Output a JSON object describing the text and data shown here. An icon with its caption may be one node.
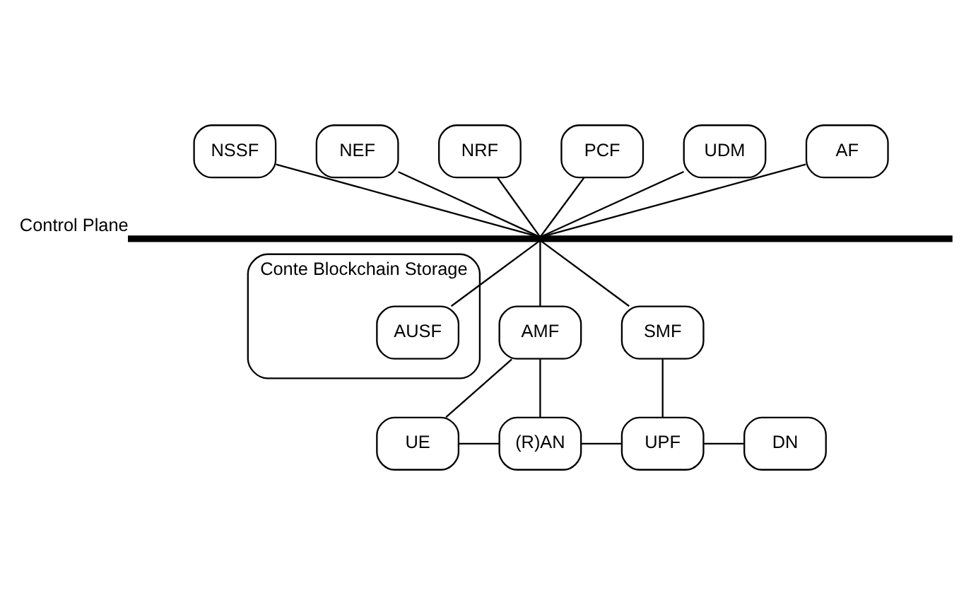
{
  "diagram": {
    "nodes": [
      {
        "text": [
          "NSSF"
        ]
      },
      {
        "text": [
          "NEF"
        ]
      },
      {
        "text": [
          "NRF"
        ]
      },
      {
        "text": [
          "PCF"
        ]
      },
      {
        "text": [
          "UDM"
        ]
      },
      {
        "text": [
          "AF"
        ]
      },
      {
        "text": [],
        "shape": "bar",
        "beside": [
          "Control Plane"
        ]
      },
      {
        "text": [
          "Conte Blockchain Storage"
        ]
      },
      {
        "text": [
          "AUSF"
        ],
        "in": 7
      },
      {
        "text": [
          "AMF"
        ]
      },
      {
        "text": [
          "SMF"
        ]
      },
      {
        "text": [
          "UE"
        ]
      },
      {
        "text": [
          "(R)AN"
        ]
      },
      {
        "text": [
          "UPF"
        ]
      },
      {
        "text": [
          "DN"
        ]
      }
    ],
    "edges": [
      {
        "from": 0,
        "to": 6,
        "arrow": "none"
      },
      {
        "from": 1,
        "to": 6,
        "arrow": "none"
      },
      {
        "from": 2,
        "to": 6,
        "arrow": "none"
      },
      {
        "from": 3,
        "to": 6,
        "arrow": "none"
      },
      {
        "from": 4,
        "to": 6,
        "arrow": "none"
      },
      {
        "from": 5,
        "to": 6,
        "arrow": "none"
      },
      {
        "from": 6,
        "to": 8,
        "arrow": "none"
      },
      {
        "from": 6,
        "to": 9,
        "arrow": "none"
      },
      {
        "from": 6,
        "to": 10,
        "arrow": "none"
      },
      {
        "from": 9,
        "to": 11,
        "arrow": "none"
      },
      {
        "from": 9,
        "to": 12,
        "arrow": "none"
      },
      {
        "from": 10,
        "to": 13,
        "arrow": "none"
      },
      {
        "from": 11,
        "to": 12,
        "arrow": "none"
      },
      {
        "from": 12,
        "to": 13,
        "arrow": "none"
      },
      {
        "from": 13,
        "to": 14,
        "arrow": "none"
      }
    ]
  }
}
